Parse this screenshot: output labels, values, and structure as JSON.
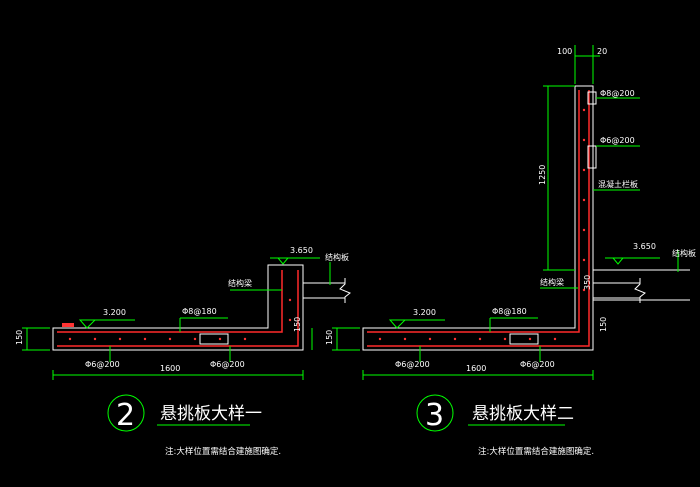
{
  "colors": {
    "background": "#000000",
    "concrete": "#ffffff",
    "rebar": "#ff2a2a",
    "dimension": "#00ff00",
    "leader": "#00ff00",
    "text": "#ffffff",
    "circle": "#00ff00"
  },
  "detail1": {
    "number": "2",
    "title": "悬挑板大样一",
    "note": "注:大样位置需结合建施图确定.",
    "elev_top": "3.650",
    "elev_slab": "3.200",
    "beam_label": "结构梁",
    "plate_label": "结构板",
    "top_bar": "Φ8@180",
    "bottom_bar_left": "Φ6@200",
    "bottom_bar_right": "Φ6@200",
    "dim_length": "1600",
    "dim_thickness": "150",
    "dim_upturn": "150"
  },
  "detail2": {
    "number": "3",
    "title": "悬挑板大样二",
    "note": "注:大样位置需结合建施图确定.",
    "elev_top": "3.650",
    "elev_slab": "3.200",
    "beam_label": "结构梁",
    "plate_label": "结构板",
    "top_bar": "Φ8@180",
    "bottom_bar_left": "Φ6@200",
    "bottom_bar_right": "Φ6@200",
    "dim_length": "1600",
    "dim_thickness": "150",
    "dim_upturn": "150",
    "dim_350": "350",
    "dim_1250": "1250",
    "dim_top_left": "100",
    "dim_top_right": "20",
    "wall_bar_1": "Φ8@200",
    "wall_bar_2": "Φ6@200",
    "wall_label": "混凝土栏板"
  }
}
